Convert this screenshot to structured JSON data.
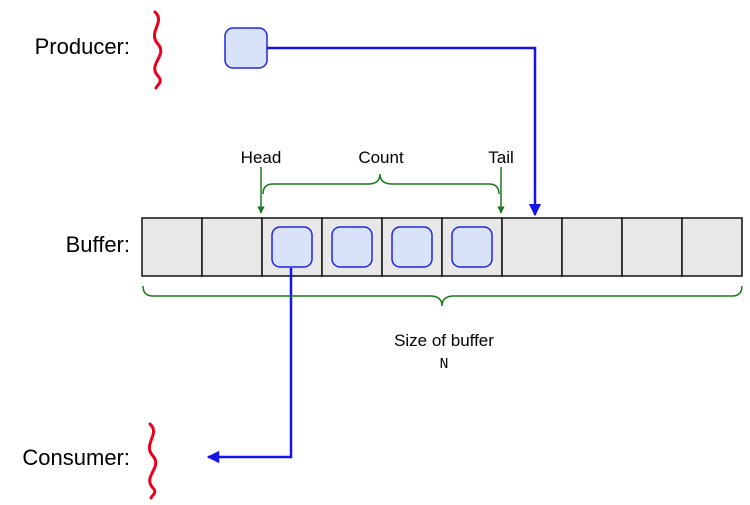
{
  "labels": {
    "producer": "Producer:",
    "buffer": "Buffer:",
    "consumer": "Consumer:",
    "head": "Head",
    "count": "Count",
    "tail": "Tail",
    "size": "Size of buffer",
    "size_symbol": "N"
  },
  "buffer": {
    "slot_count": 10,
    "filled_slots": [
      2,
      3,
      4,
      5
    ],
    "head_index": 2,
    "tail_index": 6
  },
  "colors": {
    "thread_squiggle": "#e8001c",
    "item_fill": "#d8e2f8",
    "item_stroke": "#1f24e8",
    "flow_arrow": "#1414e8",
    "annotation": "#1a7a1a",
    "slot_fill": "#e8e8e8",
    "slot_stroke": "#111111"
  }
}
